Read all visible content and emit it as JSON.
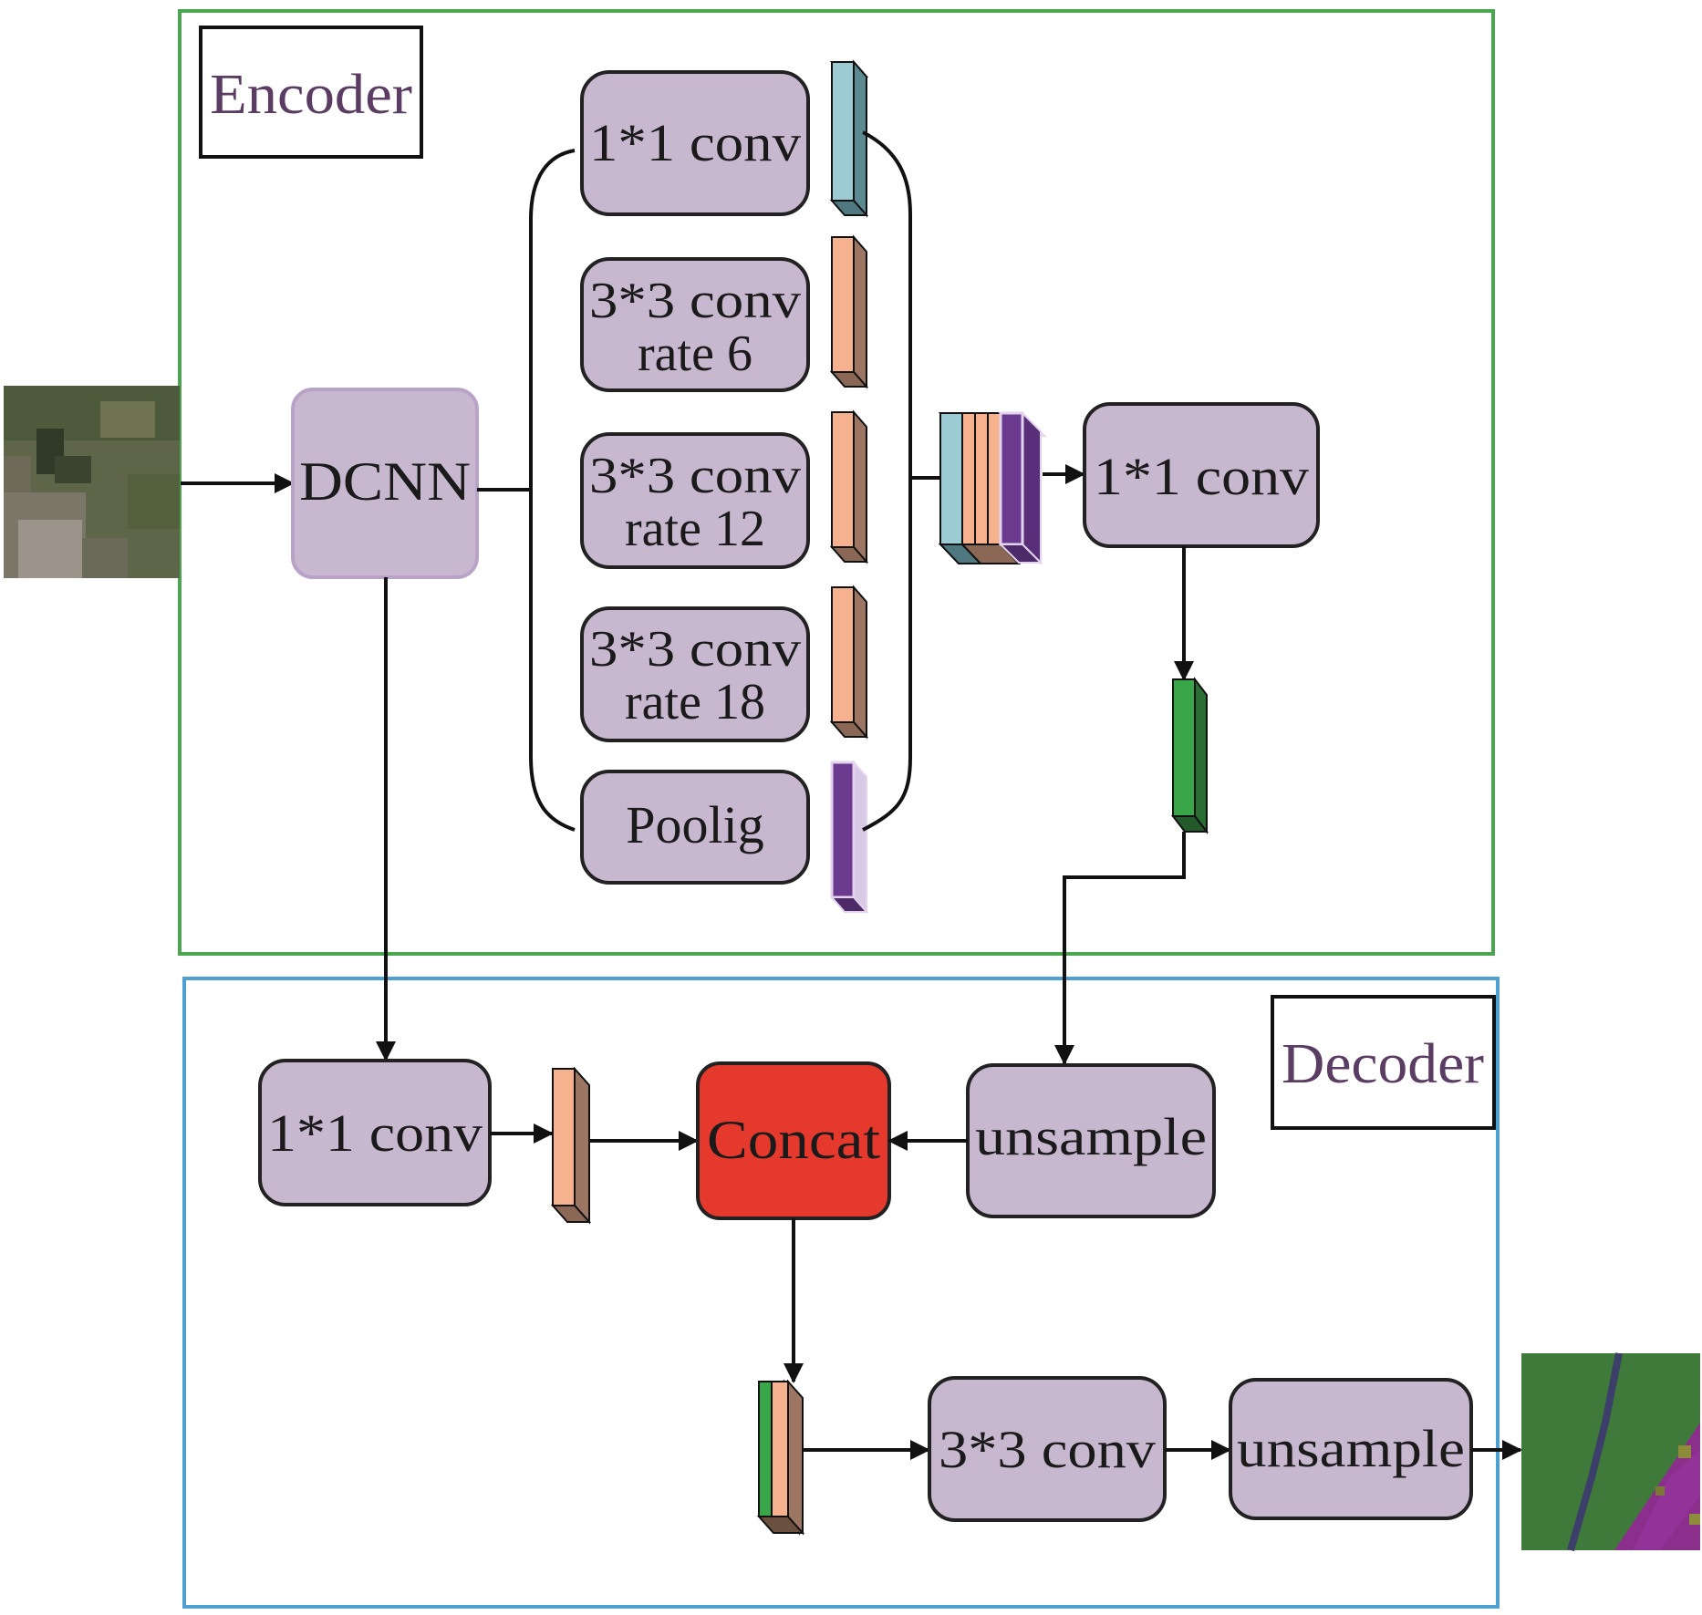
{
  "colors": {
    "encoder_border": "#4aa64f",
    "decoder_border": "#4fa0d2",
    "node_fill": "#c8b8cf",
    "node_stroke": "#222222",
    "dcnn_stroke": "#b9a2c8",
    "concat_fill": "#e5392e",
    "section_text": "#5b3c63",
    "blue_feature": "#9ccbd3",
    "orange_feature": "#f6b28f",
    "purple_feature": "#6a3a8e",
    "green_feature": "#3aa64a"
  },
  "encoder": {
    "label": "Encoder",
    "dcnn": "DCNN",
    "branches": [
      {
        "line1": "1*1 conv",
        "line2": "",
        "feature_color": "blue"
      },
      {
        "line1": "3*3 conv",
        "line2": "rate 6",
        "feature_color": "orange"
      },
      {
        "line1": "3*3 conv",
        "line2": "rate 12",
        "feature_color": "orange"
      },
      {
        "line1": "3*3 conv",
        "line2": "rate 18",
        "feature_color": "orange"
      },
      {
        "line1": "Poolig",
        "line2": "",
        "feature_color": "purple"
      }
    ],
    "fuse_conv": "1*1 conv"
  },
  "decoder": {
    "label": "Decoder",
    "low_conv": "1*1 conv",
    "concat": "Concat",
    "upsample1": "unsample",
    "conv3": "3*3 conv",
    "upsample2": "unsample"
  },
  "images": {
    "input": "input-satellite-image",
    "output": "output-segmentation-map"
  }
}
